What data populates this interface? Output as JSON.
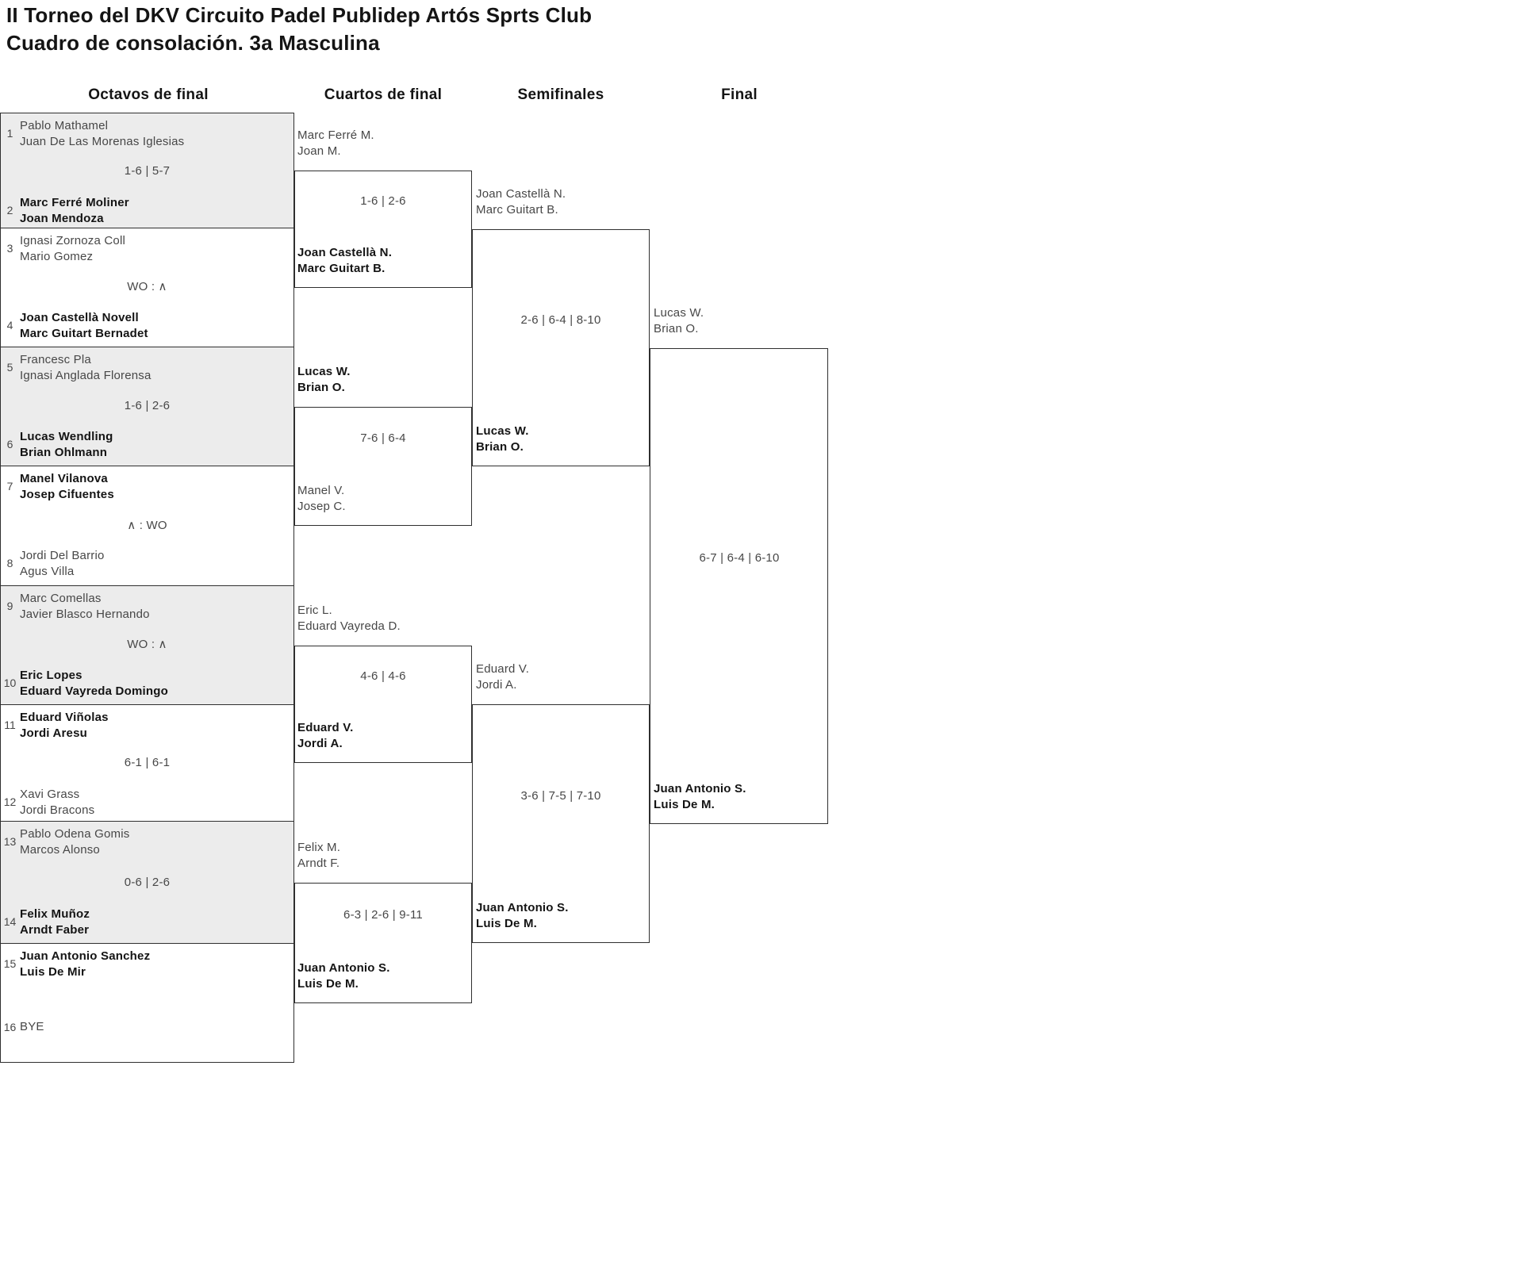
{
  "title": {
    "line1": "II Torneo del DKV Circuito Padel Publidep Artós Sprts Club",
    "line2": "Cuadro de consolación. 3a Masculina"
  },
  "round_headers": {
    "octavos": "Octavos de final",
    "cuartos": "Cuartos de final",
    "semifinales": "Semifinales",
    "final": "Final"
  },
  "colors": {
    "shaded_box": "#ececec",
    "border": "#2f2f2f",
    "text": "#474747",
    "winner_text": "#141414"
  },
  "octavos_matches": [
    {
      "top_seed": "1",
      "top_team": "Pablo Mathamel\nJuan De Las Morenas Iglesias",
      "score": "1-6 | 5-7",
      "bottom_seed": "2",
      "bottom_team": "Marc Ferré Moliner\nJoan Mendoza",
      "winner": "bottom",
      "shaded": true
    },
    {
      "top_seed": "3",
      "top_team": "Ignasi Zornoza Coll\nMario Gomez",
      "score": "WO : ∧",
      "bottom_seed": "4",
      "bottom_team": "Joan Castellà Novell\nMarc Guitart Bernadet",
      "winner": "bottom",
      "shaded": false
    },
    {
      "top_seed": "5",
      "top_team": "Francesc Pla\nIgnasi Anglada Florensa",
      "score": "1-6 | 2-6",
      "bottom_seed": "6",
      "bottom_team": "Lucas Wendling\nBrian Ohlmann",
      "winner": "bottom",
      "shaded": true
    },
    {
      "top_seed": "7",
      "top_team": "Manel Vilanova\nJosep Cifuentes",
      "score": "∧ : WO",
      "bottom_seed": "8",
      "bottom_team": "Jordi Del Barrio\nAgus Villa",
      "winner": "top",
      "shaded": false
    },
    {
      "top_seed": "9",
      "top_team": "Marc Comellas\nJavier Blasco Hernando",
      "score": "WO : ∧",
      "bottom_seed": "10",
      "bottom_team": "Eric Lopes\nEduard Vayreda Domingo",
      "winner": "bottom",
      "shaded": true
    },
    {
      "top_seed": "11",
      "top_team": "Eduard Viñolas\nJordi Aresu",
      "score": "6-1 | 6-1",
      "bottom_seed": "12",
      "bottom_team": "Xavi Grass\nJordi Bracons",
      "winner": "top",
      "shaded": false
    },
    {
      "top_seed": "13",
      "top_team": "Pablo Odena Gomis\nMarcos Alonso",
      "score": "0-6 | 2-6",
      "bottom_seed": "14",
      "bottom_team": "Felix Muñoz\nArndt Faber",
      "winner": "bottom",
      "shaded": true
    },
    {
      "top_seed": "15",
      "top_team": "Juan Antonio Sanchez\nLuis De Mir",
      "score": "",
      "bottom_seed": "16",
      "bottom_team": "BYE",
      "winner": "top",
      "shaded": false
    }
  ],
  "cuartos_matches": [
    {
      "top_team": "Marc Ferré M.\nJoan M.",
      "score": "1-6 | 2-6",
      "bottom_team": "Joan Castellà N.\nMarc Guitart B.",
      "winner": "bottom"
    },
    {
      "top_team": "Lucas W.\nBrian O.",
      "score": "7-6 | 6-4",
      "bottom_team": "Manel V.\nJosep C.",
      "winner": "top"
    },
    {
      "top_team": "Eric L.\nEduard Vayreda D.",
      "score": "4-6 | 4-6",
      "bottom_team": "Eduard V.\nJordi A.",
      "winner": "bottom"
    },
    {
      "top_team": "Felix M.\nArndt F.",
      "score": "6-3 | 2-6 | 9-11",
      "bottom_team": "Juan Antonio S.\nLuis De M.",
      "winner": "bottom"
    }
  ],
  "semifinal_matches": [
    {
      "top_team": "Joan Castellà N.\nMarc Guitart B.",
      "score": "2-6 | 6-4 | 8-10",
      "bottom_team": "Lucas W.\nBrian O.",
      "winner": "bottom"
    },
    {
      "top_team": "Eduard V.\nJordi A.",
      "score": "3-6 | 7-5 | 7-10",
      "bottom_team": "Juan Antonio S.\nLuis De M.",
      "winner": "bottom"
    }
  ],
  "final_match": {
    "top_team": "Lucas W.\nBrian O.",
    "score": "6-7 | 6-4 | 6-10",
    "bottom_team": "Juan Antonio S.\nLuis De M.",
    "winner": "bottom"
  }
}
